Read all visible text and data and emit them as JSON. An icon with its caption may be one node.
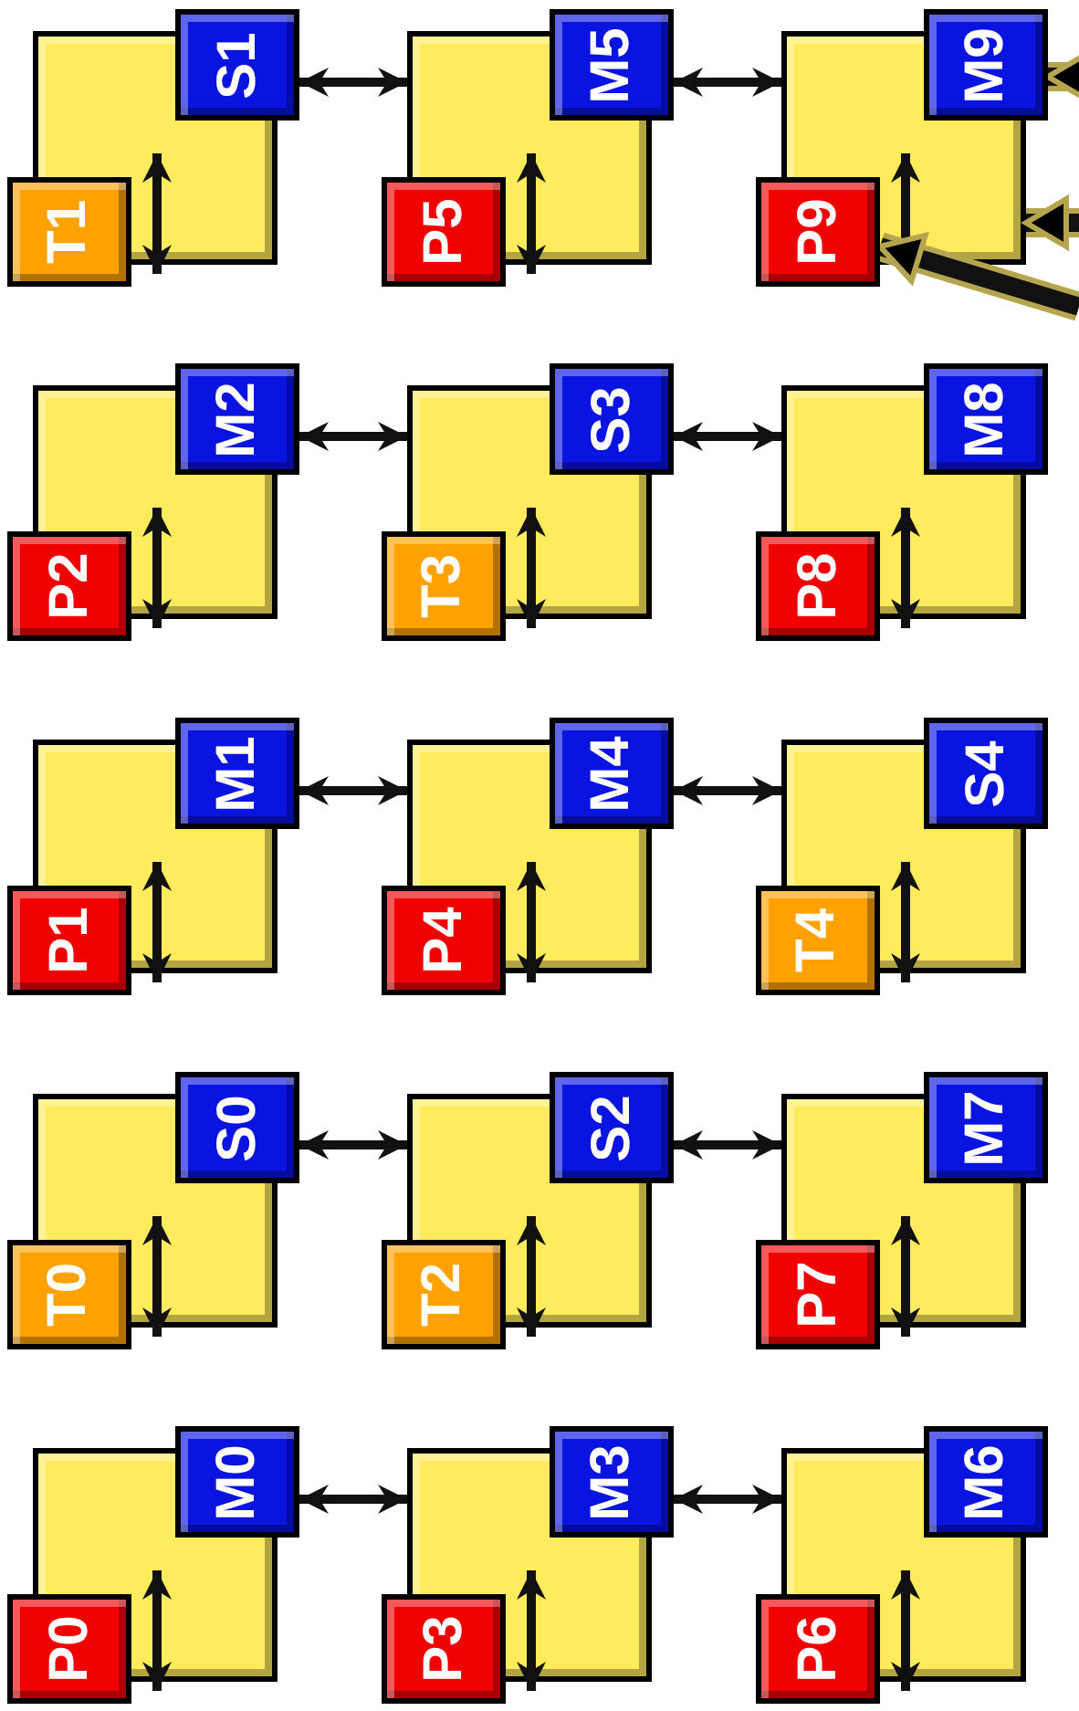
{
  "diagram": {
    "nodes": [
      {
        "text": [],
        "shape": "box"
      },
      {
        "text": [
          "S1"
        ]
      },
      {
        "text": [
          "T1"
        ]
      },
      {
        "text": [],
        "shape": "box"
      },
      {
        "text": [
          "M5"
        ]
      },
      {
        "text": [
          "P5"
        ]
      },
      {
        "text": [],
        "shape": "box"
      },
      {
        "text": [
          "M9"
        ]
      },
      {
        "text": [
          "P9"
        ]
      },
      {
        "text": [],
        "shape": "box"
      },
      {
        "text": [
          "M2"
        ]
      },
      {
        "text": [
          "P2"
        ]
      },
      {
        "text": [],
        "shape": "box"
      },
      {
        "text": [
          "S3"
        ]
      },
      {
        "text": [
          "T3"
        ]
      },
      {
        "text": [],
        "shape": "box"
      },
      {
        "text": [
          "M8"
        ]
      },
      {
        "text": [
          "P8"
        ]
      },
      {
        "text": [],
        "shape": "box"
      },
      {
        "text": [
          "M1"
        ]
      },
      {
        "text": [
          "P1"
        ]
      },
      {
        "text": [],
        "shape": "box"
      },
      {
        "text": [
          "M4"
        ]
      },
      {
        "text": [
          "P4"
        ]
      },
      {
        "text": [],
        "shape": "box"
      },
      {
        "text": [
          "S4"
        ]
      },
      {
        "text": [
          "T4"
        ]
      },
      {
        "text": [],
        "shape": "box"
      },
      {
        "text": [
          "S0"
        ]
      },
      {
        "text": [
          "T0"
        ]
      },
      {
        "text": [],
        "shape": "box"
      },
      {
        "text": [
          "S2"
        ]
      },
      {
        "text": [
          "T2"
        ]
      },
      {
        "text": [],
        "shape": "box"
      },
      {
        "text": [
          "M7"
        ]
      },
      {
        "text": [
          "P7"
        ]
      },
      {
        "text": [],
        "shape": "box"
      },
      {
        "text": [
          "M0"
        ]
      },
      {
        "text": [
          "P0"
        ]
      },
      {
        "text": [],
        "shape": "box"
      },
      {
        "text": [
          "M3"
        ]
      },
      {
        "text": [
          "P3"
        ]
      },
      {
        "text": [],
        "shape": "box"
      },
      {
        "text": [
          "M6"
        ]
      },
      {
        "text": [
          "P6"
        ]
      }
    ],
    "edges": [
      {
        "from": 1,
        "to": 3,
        "arrow": "both"
      },
      {
        "from": 4,
        "to": 6,
        "arrow": "both"
      },
      {
        "from": 10,
        "to": 12,
        "arrow": "both"
      },
      {
        "from": 13,
        "to": 15,
        "arrow": "both"
      },
      {
        "from": 19,
        "to": 21,
        "arrow": "both"
      },
      {
        "from": 22,
        "to": 24,
        "arrow": "both"
      },
      {
        "from": 28,
        "to": 30,
        "arrow": "both"
      },
      {
        "from": 31,
        "to": 33,
        "arrow": "both"
      },
      {
        "from": 37,
        "to": 39,
        "arrow": "both"
      },
      {
        "from": 40,
        "to": 42,
        "arrow": "both"
      },
      {
        "from": null,
        "to": 7,
        "arrow": "to",
        "style": "thick",
        "color": "#b5a54e"
      },
      {
        "from": null,
        "to": 6,
        "arrow": "to",
        "style": "thick",
        "color": "#b5a54e"
      },
      {
        "from": null,
        "to": 8,
        "arrow": "to",
        "style": "thick",
        "color": "#b5a54e"
      }
    ]
  }
}
